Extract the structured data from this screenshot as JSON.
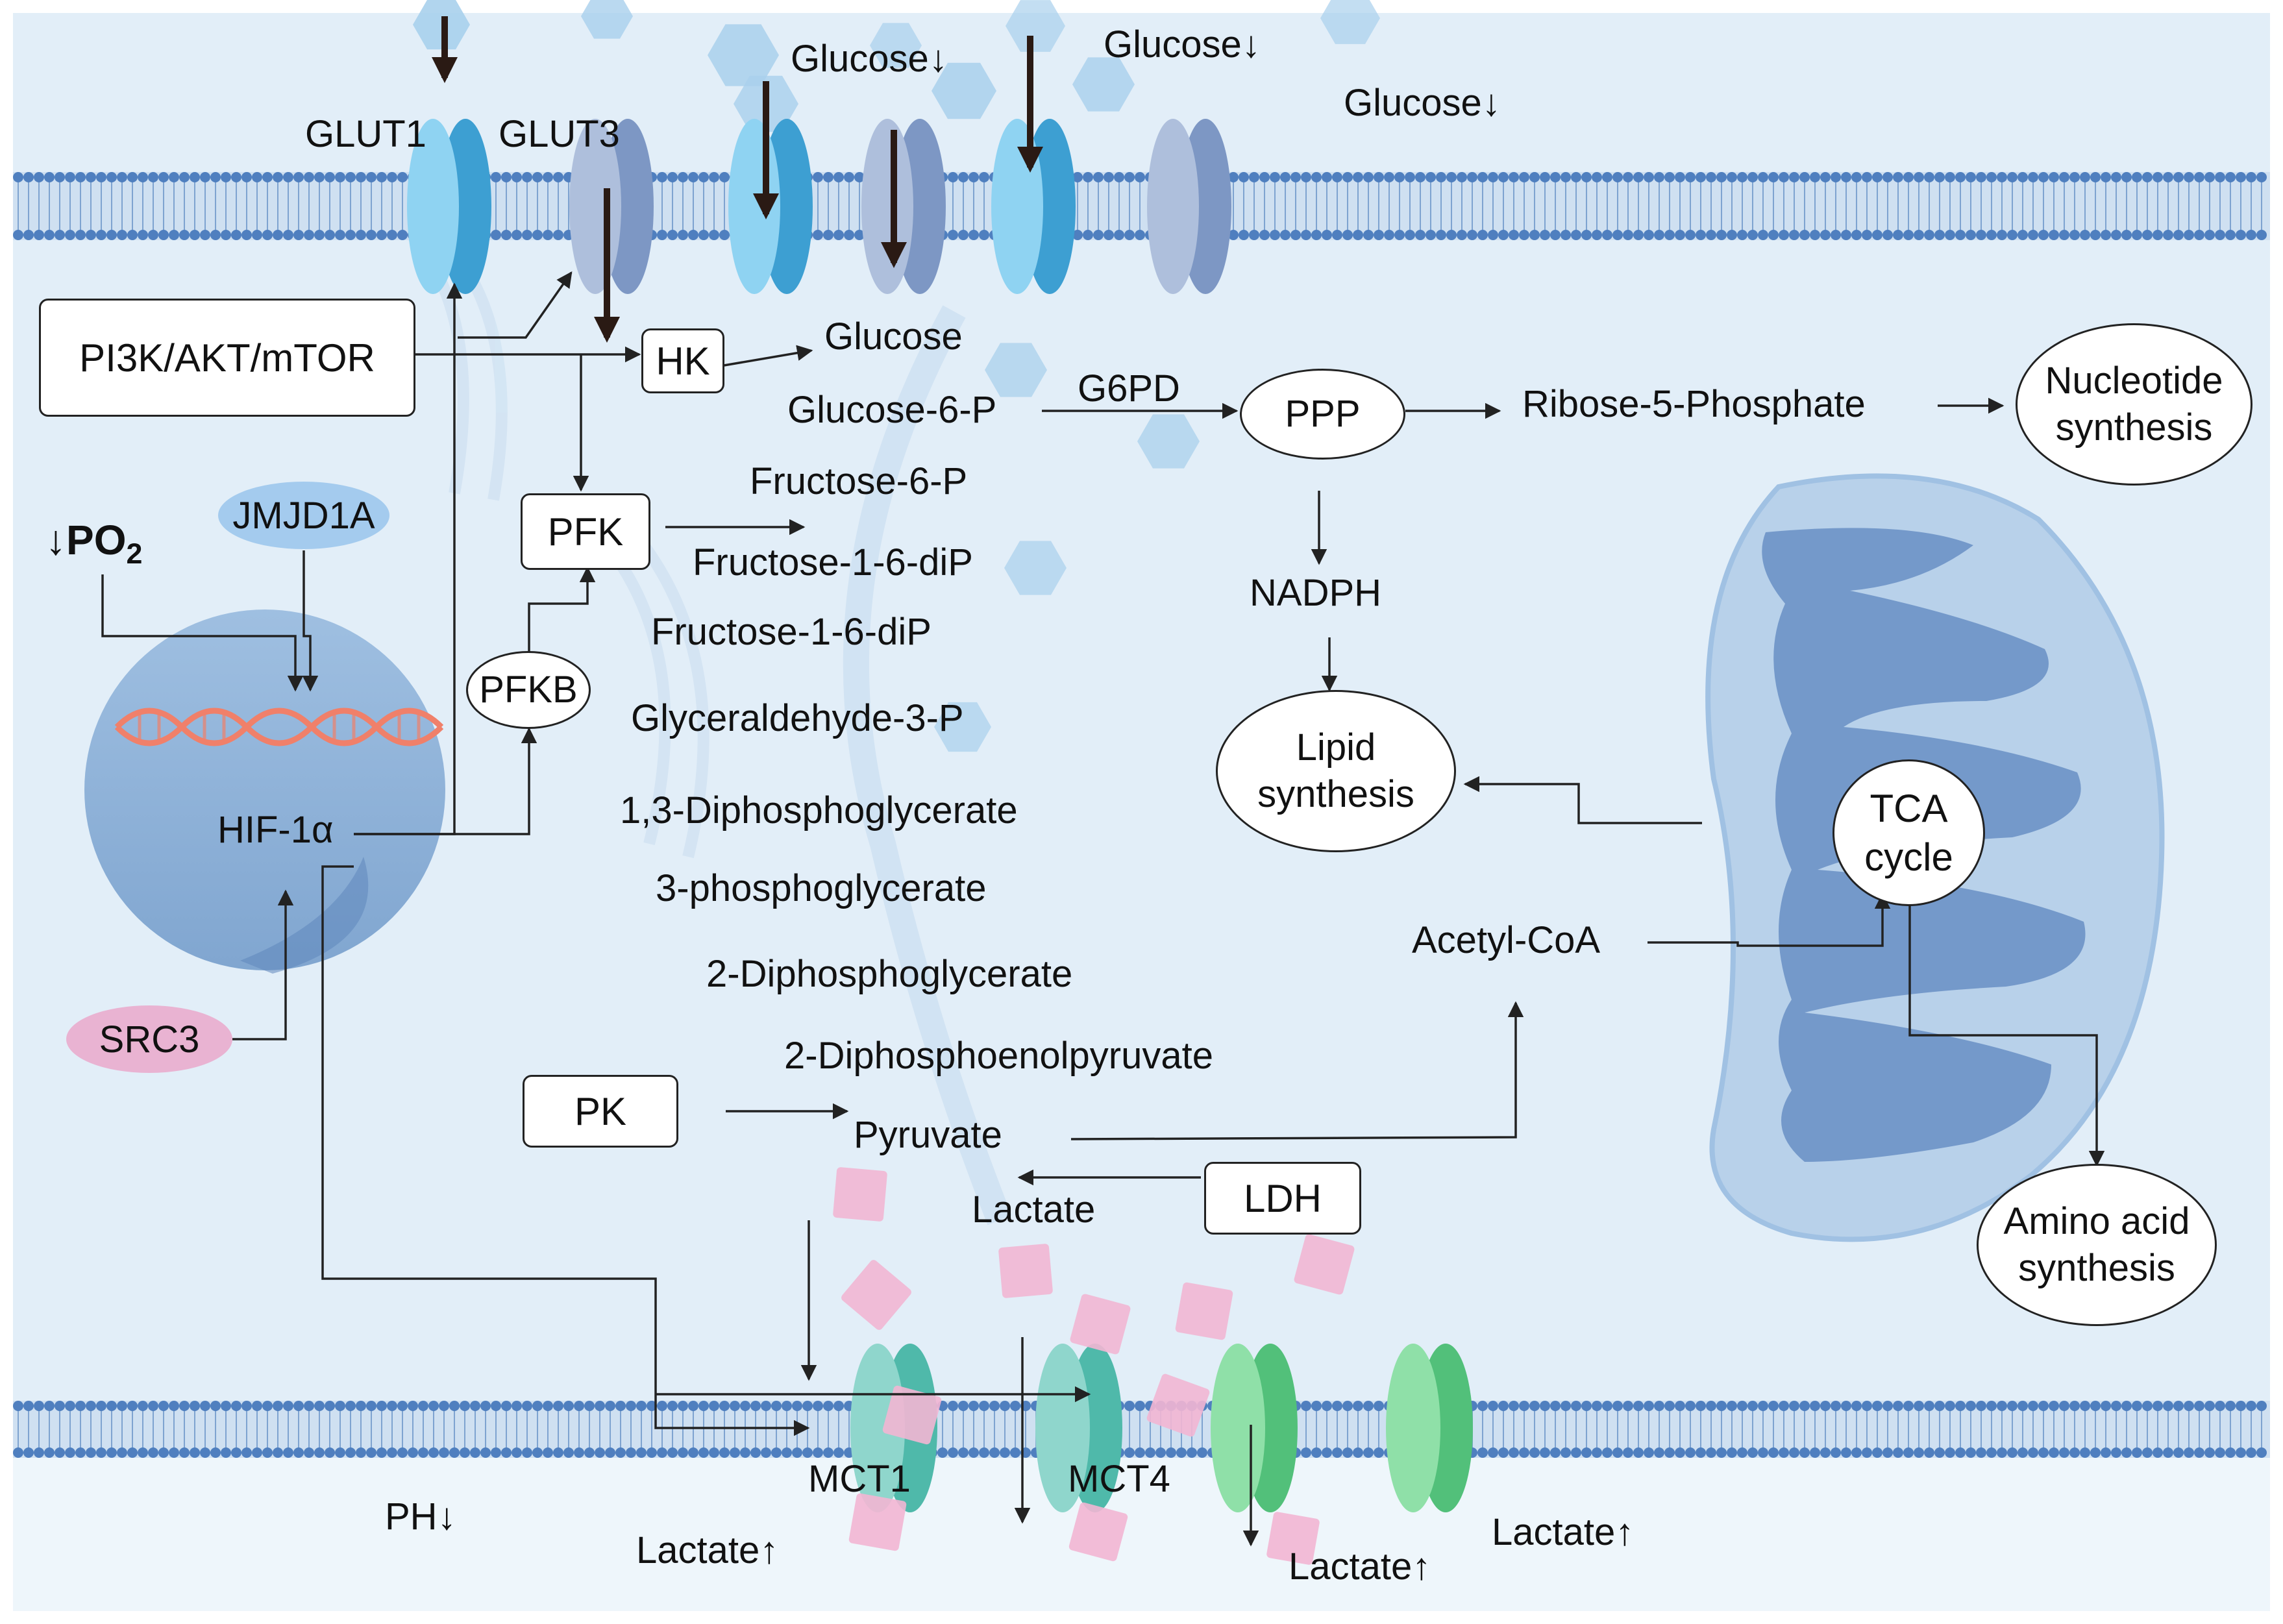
{
  "labels": {
    "glucose_out1": "Glucose↓",
    "glucose_out2": "Glucose↓",
    "glucose_out3": "Glucose↓",
    "glut1": "GLUT1",
    "glut3": "GLUT3",
    "pi3k": "PI3K/AKT/mTOR",
    "hk": "HK",
    "glucose": "Glucose",
    "g6pd": "G6PD",
    "glucose6p": "Glucose-6-P",
    "ppp": "PPP",
    "ribose": "Ribose-5-Phosphate",
    "nucleotide": "Nucleotide\nsynthesis",
    "jmjd1a": "JMJD1A",
    "po2_arrow": "↓",
    "po2_main": "PO",
    "po2_sub": "2",
    "pfk": "PFK",
    "fructose6p": "Fructose-6-P",
    "fructose16dip_a": "Fructose-1-6-diP",
    "fructose16dip_b": "Fructose-1-6-diP",
    "nadph": "NADPH",
    "pfkb": "PFKB",
    "gap": "Glyceraldehyde-3-P",
    "lipid": "Lipid\nsynthesis",
    "tca": "TCA\ncycle",
    "hif": "HIF-1α",
    "dpg13": "1,3-Diphosphoglycerate",
    "pg3": "3-phosphoglycerate",
    "acetylcoa": "Acetyl-CoA",
    "dpg2": "2-Diphosphoglycerate",
    "src3": "SRC3",
    "pep": "2-Diphosphoenolpyruvate",
    "pk": "PK",
    "pyruvate": "Pyruvate",
    "ldh": "LDH",
    "lactate_in": "Lactate",
    "amino": "Amino acid\nsynthesis",
    "mct1": "MCT1",
    "mct4": "MCT4",
    "ph": "PH↓",
    "lactate_out1": "Lactate↑",
    "lactate_out2": "Lactate↑",
    "lactate_out3": "Lactate↑"
  },
  "colors": {
    "cytoplasm": "#e2eef8",
    "extracellular": "#eef6fb",
    "membrane_head": "#4f7fbf",
    "glut_light": "#8fd3f2",
    "glut_dark": "#3d9fd2",
    "glut_grey_light": "#aebfdc",
    "glut_grey_dark": "#7d97c4",
    "mct_teal_light": "#8fd6cc",
    "mct_teal_dark": "#4fb9aa",
    "mct_green_light": "#8fe0a8",
    "mct_green_dark": "#52c07a",
    "glucose_hex": "#a9d0ec",
    "lactate_square": "#f2b6d3",
    "nucleus": "#7ea6d1",
    "mito_outer": "#b6d0ea",
    "mito_inner": "#6d92c6",
    "jmjd1a": "#a4cbee",
    "src3": "#e9b3d2"
  },
  "icons": {
    "glucose": "hexagon-icon",
    "lactate": "square-icon",
    "dna": "dna-helix-icon"
  }
}
